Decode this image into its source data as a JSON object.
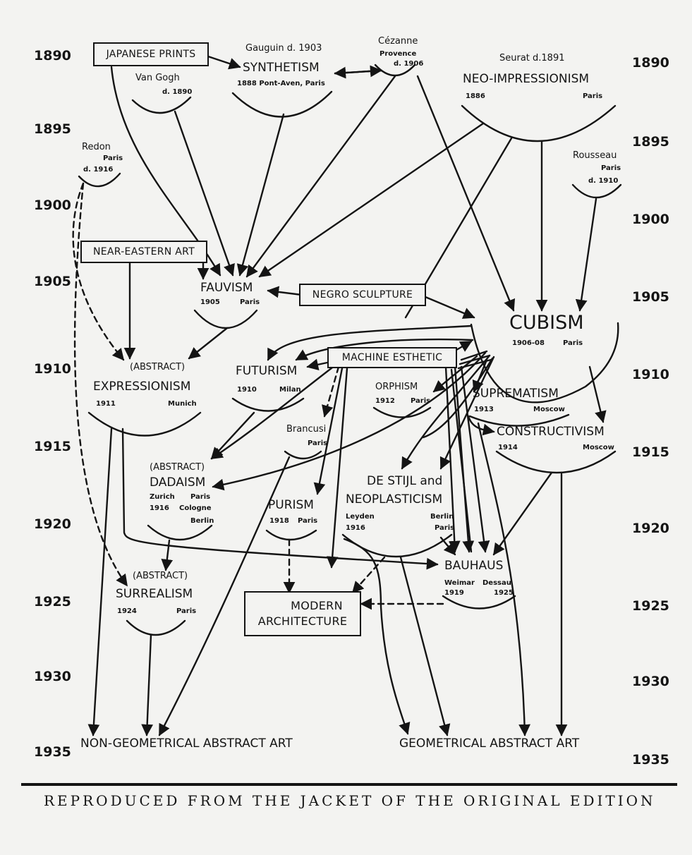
{
  "years_left": [
    "1890",
    "1895",
    "1900",
    "1905",
    "1910",
    "1915",
    "1920",
    "1925",
    "1930",
    "1935"
  ],
  "years_right": [
    "1890",
    "1895",
    "1900",
    "1905",
    "1910",
    "1915",
    "1920",
    "1925",
    "1930",
    "1935"
  ],
  "boxes": {
    "japanese_prints": "JAPANESE PRINTS",
    "near_eastern_art": "NEAR-EASTERN ART",
    "negro_sculpture": "NEGRO SCULPTURE",
    "machine_esthetic": "MACHINE ESTHETIC",
    "modern_architecture_1": "MODERN",
    "modern_architecture_2": "ARCHITECTURE"
  },
  "nodes": {
    "gauguin": {
      "name": "Gauguin  d. 1903",
      "title": "SYNTHETISM",
      "detail": "1888  Pont-Aven, Paris"
    },
    "van_gogh": {
      "name": "Van Gogh",
      "detail": "d. 1890"
    },
    "cezanne": {
      "name": "Cézanne",
      "place": "Provence",
      "detail": "d. 1906"
    },
    "seurat": {
      "name": "Seurat  d.1891",
      "title": "NEO-IMPRESSIONISM",
      "year": "1886",
      "city": "Paris"
    },
    "redon": {
      "name": "Redon",
      "place": "Paris",
      "detail": "d. 1916"
    },
    "rousseau": {
      "name": "Rousseau",
      "place": "Paris",
      "detail": "d. 1910"
    },
    "fauvism": {
      "title": "FAUVISM",
      "year": "1905",
      "city": "Paris"
    },
    "cubism": {
      "title": "CUBISM",
      "year": "1906-08",
      "city": "Paris"
    },
    "expressionism": {
      "pre": "(ABSTRACT)",
      "title": "EXPRESSIONISM",
      "year": "1911",
      "city": "Munich"
    },
    "futurism": {
      "title": "FUTURISM",
      "year": "1910",
      "city": "Milan"
    },
    "orphism": {
      "title": "ORPHISM",
      "year": "1912",
      "city": "Paris"
    },
    "suprematism": {
      "title": "SUPREMATISM",
      "year": "1913",
      "city": "Moscow"
    },
    "constructivism": {
      "title": "CONSTRUCTIVISM",
      "year": "1914",
      "city": "Moscow"
    },
    "brancusi": {
      "name": "Brancusi",
      "city": "Paris"
    },
    "dadaism": {
      "pre": "(ABSTRACT)",
      "title": "DADAISM",
      "line1a": "Zurich",
      "line1b": "Paris",
      "line2a": "1916",
      "line2b": "Cologne",
      "line3": "Berlin"
    },
    "purism": {
      "title": "PURISM",
      "year": "1918",
      "city": "Paris"
    },
    "de_stijl": {
      "title1": "DE STIJL and",
      "title2": "NEOPLASTICISM",
      "city1": "Leyden",
      "city2": "Berlin",
      "year": "1916",
      "city3": "Paris"
    },
    "bauhaus": {
      "title": "BAUHAUS",
      "city1": "Weimar",
      "city2": "Dessau",
      "year1": "1919",
      "year2": "1925"
    },
    "surrealism": {
      "pre": "(ABSTRACT)",
      "title": "SURREALISM",
      "year": "1924",
      "city": "Paris"
    }
  },
  "outcomes": {
    "non_geometrical": "NON-GEOMETRICAL ABSTRACT ART",
    "geometrical": "GEOMETRICAL ABSTRACT ART"
  },
  "caption": "REPRODUCED FROM THE JACKET OF THE ORIGINAL EDITION"
}
